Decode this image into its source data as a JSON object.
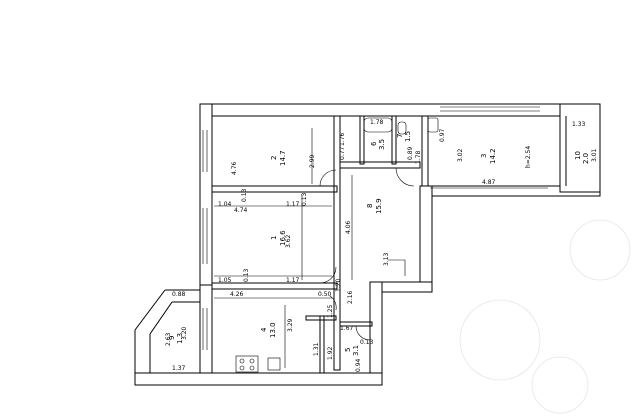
{
  "rooms": {
    "r1": {
      "num": "1",
      "area": "16.6"
    },
    "r2": {
      "num": "2",
      "area": "14.7"
    },
    "r3": {
      "num": "3",
      "area": "14.2"
    },
    "r4": {
      "num": "4",
      "area": "13.0"
    },
    "r5": {
      "num": "5",
      "area": "3.1"
    },
    "r6": {
      "num": "6",
      "area": "3.5"
    },
    "r7": {
      "num": "7",
      "area": "1.5"
    },
    "r8": {
      "num": "8",
      "area": "15.9"
    },
    "r9": {
      "num": "9",
      "area": "1.3"
    },
    "r10": {
      "num": "10",
      "area": "2.0"
    }
  },
  "dims": {
    "d_4_76": "4.76",
    "d_2_99": "2.99",
    "d_1_76": "1.76",
    "d_0_77": "0.77",
    "d_1_78": "1.78",
    "d_0_97": "0.97",
    "d_0_89": "0.89",
    "d_1_78b": "1.78",
    "d_3_02": "3.02",
    "d_4_87": "4.87",
    "d_h254": "h=2.54",
    "d_1_33": "1.33",
    "d_3_01": "3.01",
    "d_1_04": "1.04",
    "d_0_13a": "0.13",
    "d_4_74": "4.74",
    "d_1_17": "1.17",
    "d_0_13b": "0.13",
    "d_3_62": "3.62",
    "d_4_06": "4.06",
    "d_3_13": "3.13",
    "d_1_05": "1.05",
    "d_0_13c": "0.13",
    "d_1_17b": "1.17",
    "d_1_20": "1.20",
    "d_0_88": "0.88",
    "d_4_26": "4.26",
    "d_0_50": "0.50",
    "d_2_16": "2.16",
    "d_1_25": "1.25",
    "d_3_29": "3.29",
    "d_2_63": "2.63",
    "d_3_20": "3.20",
    "d_1_67": "1.67",
    "d_0_13d": "0.13",
    "d_1_31": "1.31",
    "d_1_92": "1.92",
    "d_0_94": "0.94",
    "d_1_37": "1.37"
  }
}
